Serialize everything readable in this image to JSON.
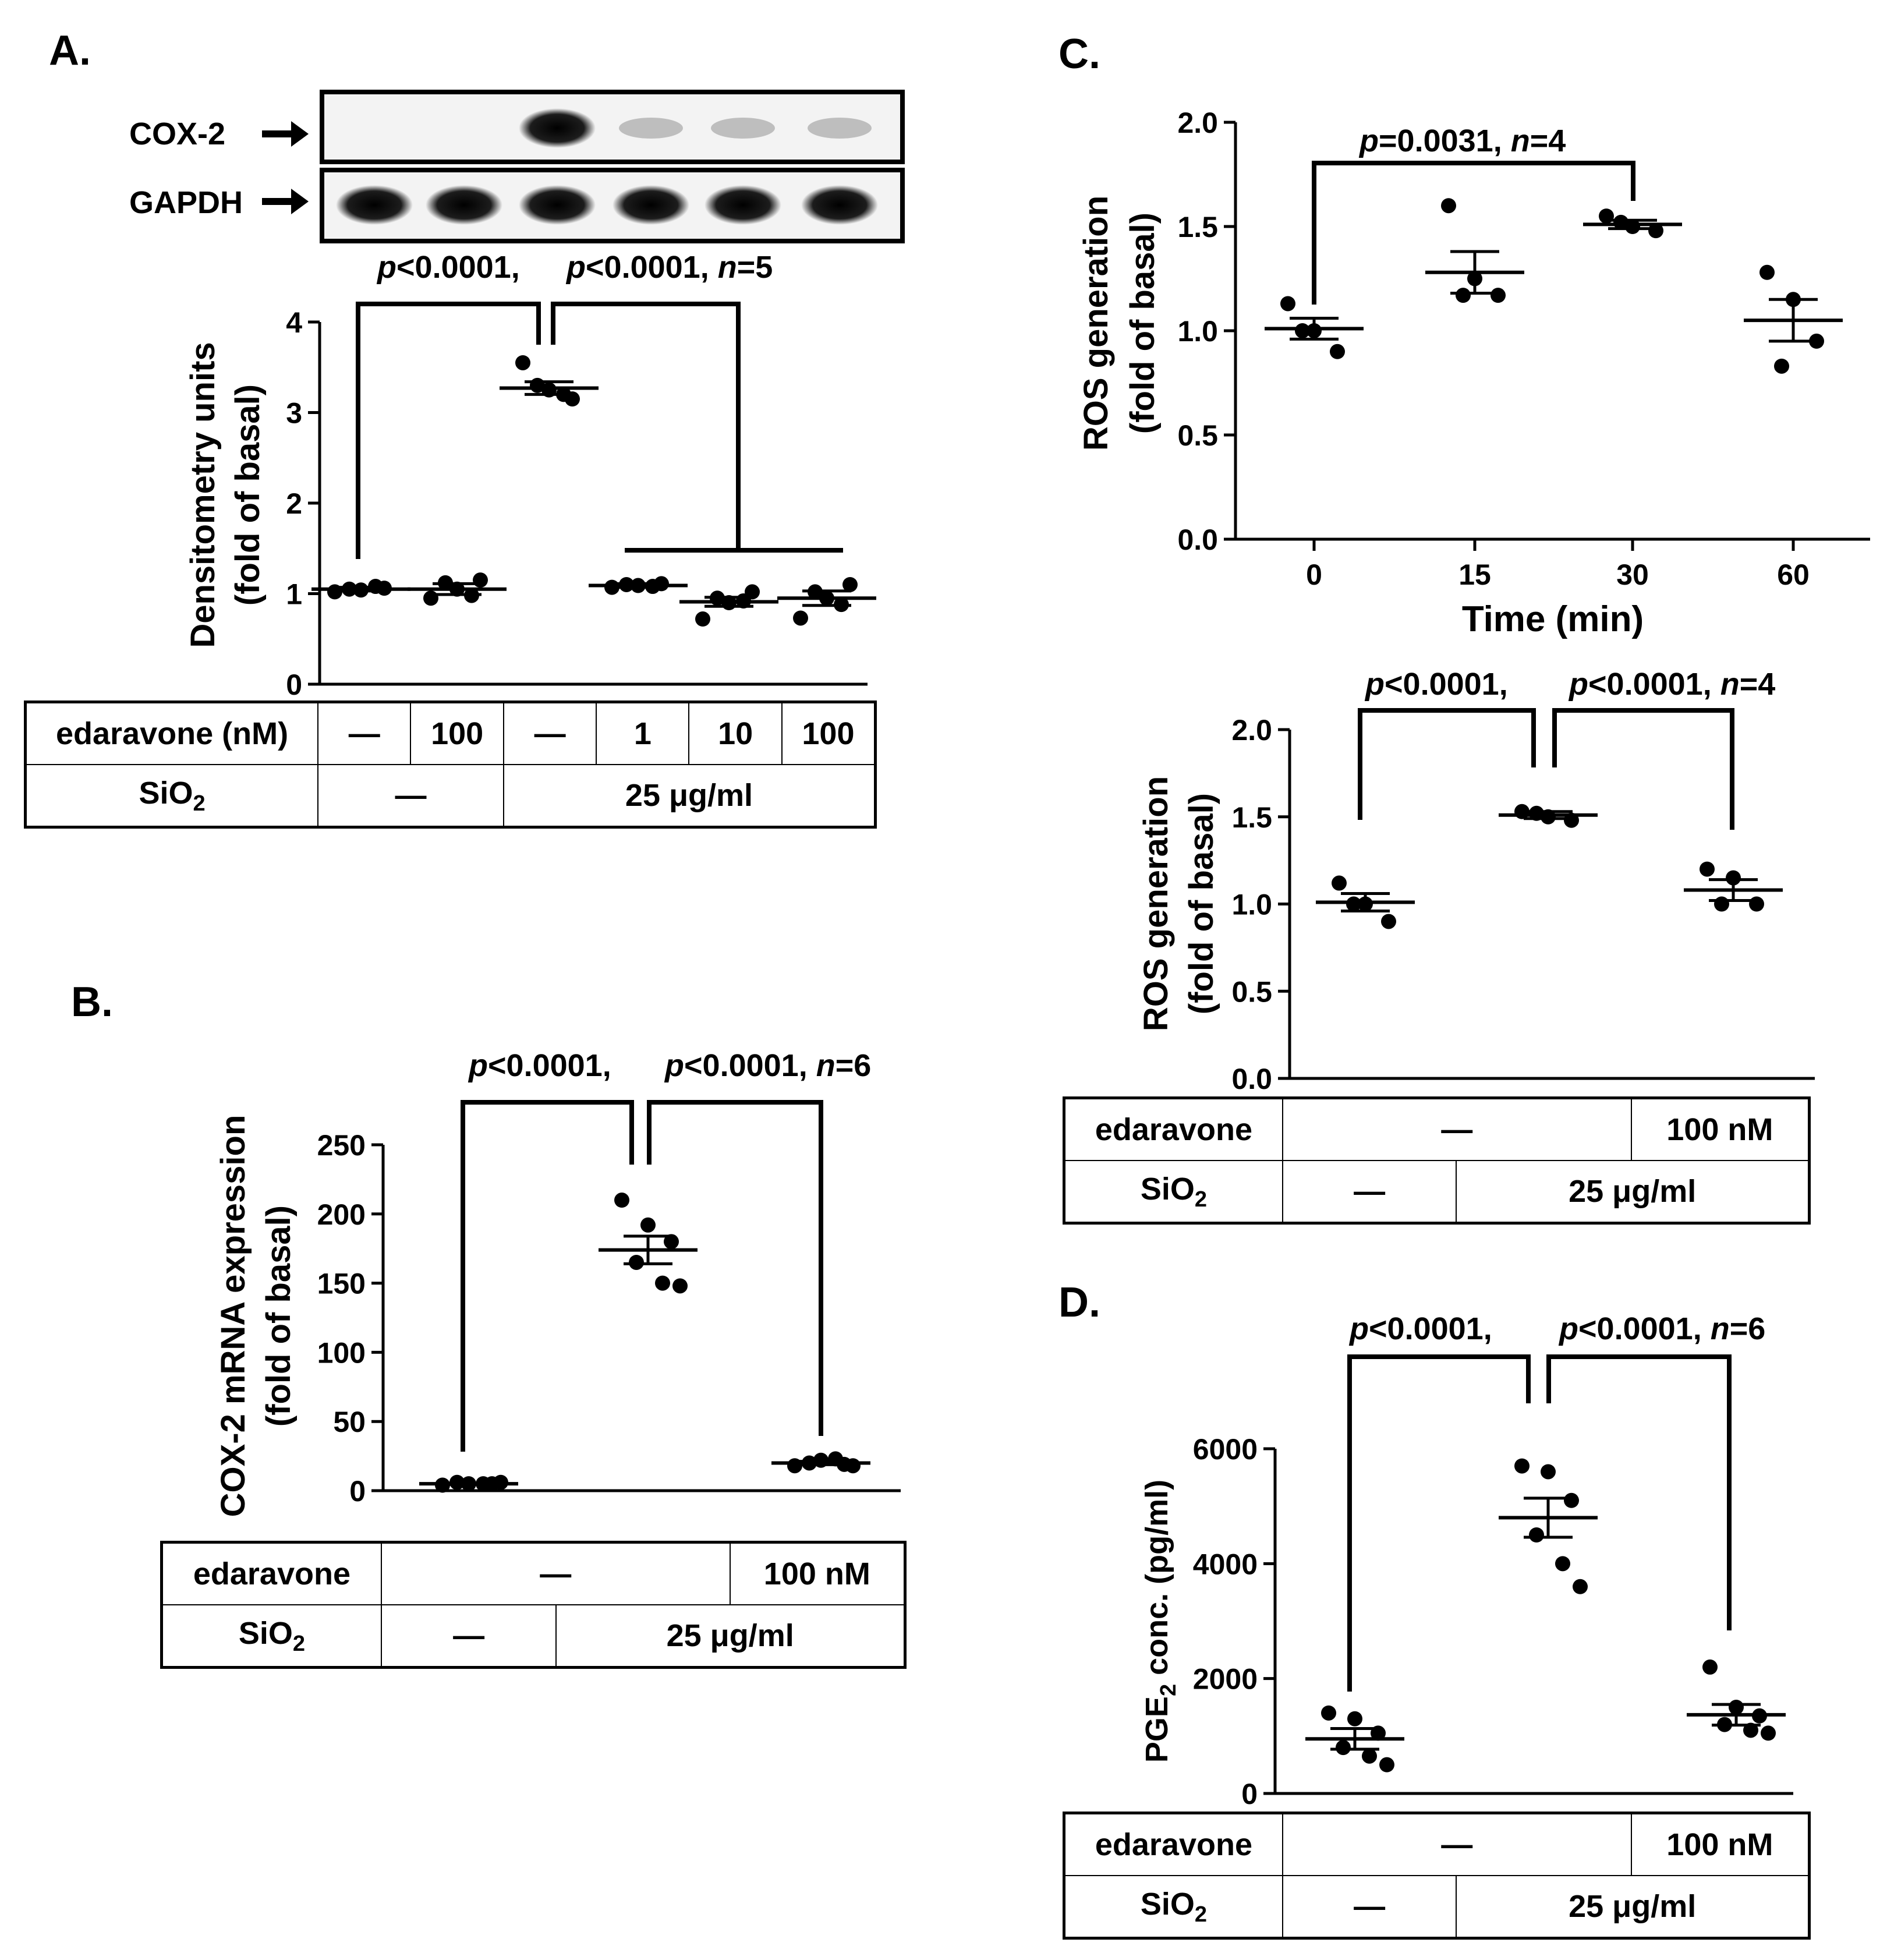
{
  "panels": {
    "a": {
      "label": "A."
    },
    "b": {
      "label": "B."
    },
    "c": {
      "label": "C."
    },
    "d": {
      "label": "D."
    }
  },
  "blot": {
    "cox2_label": "COX-2",
    "gapdh_label": "GAPDH",
    "cox2_band_intensity": [
      0.02,
      0.02,
      1.0,
      0.25,
      0.28,
      0.25
    ],
    "gapdh_band_intensity": [
      1,
      1,
      1,
      1,
      1,
      1
    ]
  },
  "tables": {
    "a": {
      "row1_label": "edaravone (nM)",
      "row1_cells": [
        "—",
        "100",
        "—",
        "1",
        "10",
        "100"
      ],
      "row2_label": "SiO",
      "row2_sub": "2",
      "row2_cells": [
        "—",
        "25 μg/ml"
      ]
    },
    "b": {
      "row1_label": "edaravone",
      "row1_cells": [
        "—",
        "100 nM"
      ],
      "row2_label": "SiO",
      "row2_sub": "2",
      "row2_cells": [
        "—",
        "25 μg/ml"
      ]
    },
    "c": {
      "row1_label": "edaravone",
      "row1_cells": [
        "—",
        "100 nM"
      ],
      "row2_label": "SiO",
      "row2_sub": "2",
      "row2_cells": [
        "—",
        "25 μg/ml"
      ]
    },
    "d": {
      "row1_label": "edaravone",
      "row1_cells": [
        "—",
        "100 nM"
      ],
      "row2_label": "SiO",
      "row2_sub": "2",
      "row2_cells": [
        "—",
        "25 μg/ml"
      ]
    }
  },
  "chart_data": [
    {
      "id": "A",
      "type": "scatter",
      "title": "",
      "xlabel": "",
      "ylabel": "Densitometry units",
      "ylabel2": "(fold of basal)",
      "ylim": [
        0,
        4
      ],
      "yticks": [
        0,
        1,
        2,
        3,
        4
      ],
      "groups": [
        {
          "mean": 1.05,
          "sem": 0.02,
          "points": [
            1.02,
            1.04,
            1.06,
            1.05,
            1.08
          ]
        },
        {
          "mean": 1.05,
          "sem": 0.06,
          "points": [
            0.95,
            1.05,
            1.15,
            1.12,
            0.98
          ]
        },
        {
          "mean": 3.27,
          "sem": 0.07,
          "points": [
            3.55,
            3.25,
            3.15,
            3.3,
            3.2
          ]
        },
        {
          "mean": 1.09,
          "sem": 0.02,
          "points": [
            1.07,
            1.09,
            1.11,
            1.1,
            1.08
          ]
        },
        {
          "mean": 0.91,
          "sem": 0.05,
          "points": [
            0.72,
            0.9,
            1.02,
            0.95,
            0.92
          ]
        },
        {
          "mean": 0.95,
          "sem": 0.08,
          "points": [
            0.73,
            0.95,
            1.1,
            1.02,
            0.88
          ]
        }
      ],
      "annotations": {
        "p1": "p",
        "p1v": "<0.0001,",
        "p2": "p",
        "p2v": "<0.0001, ",
        "n": "n",
        "nv": "=5"
      }
    },
    {
      "id": "B",
      "type": "scatter",
      "title": "",
      "xlabel": "",
      "ylabel": "COX-2 mRNA expression",
      "ylabel2": "(fold of basal)",
      "ylim": [
        0,
        250
      ],
      "yticks": [
        0,
        50,
        100,
        150,
        200,
        250
      ],
      "groups": [
        {
          "mean": 5,
          "sem": 0.5,
          "points": [
            4,
            5,
            5,
            6,
            5,
            6
          ]
        },
        {
          "mean": 174,
          "sem": 10,
          "points": [
            210,
            192,
            180,
            165,
            150,
            148
          ]
        },
        {
          "mean": 20,
          "sem": 1.2,
          "points": [
            18,
            22,
            19,
            20,
            23,
            18
          ]
        }
      ],
      "annotations": {
        "p1": "p",
        "p1v": "<0.0001,",
        "p2": "p",
        "p2v": "<0.0001, ",
        "n": "n",
        "nv": "=6"
      }
    },
    {
      "id": "C-top",
      "type": "scatter",
      "title": "",
      "xlabel": "Time (min)",
      "ylabel": "ROS generation",
      "ylabel2": "(fold of basal)",
      "ylim": [
        0,
        2
      ],
      "yticks": [
        0.0,
        0.5,
        1.0,
        1.5,
        2.0
      ],
      "categories": [
        "0",
        "15",
        "30",
        "60"
      ],
      "groups": [
        {
          "mean": 1.01,
          "sem": 0.05,
          "points": [
            1.13,
            1.0,
            0.9,
            1.0
          ]
        },
        {
          "mean": 1.28,
          "sem": 0.1,
          "points": [
            1.6,
            1.25,
            1.17,
            1.17
          ]
        },
        {
          "mean": 1.51,
          "sem": 0.02,
          "points": [
            1.55,
            1.5,
            1.48,
            1.52
          ]
        },
        {
          "mean": 1.05,
          "sem": 0.1,
          "points": [
            1.28,
            1.15,
            0.95,
            0.83
          ]
        }
      ],
      "annotations": {
        "p1": "p",
        "p1v": "=0.0031, ",
        "n": "n",
        "nv": "=4"
      }
    },
    {
      "id": "C-bottom",
      "type": "scatter",
      "title": "",
      "xlabel": "",
      "ylabel": "ROS generation",
      "ylabel2": "(fold of basal)",
      "ylim": [
        0,
        2
      ],
      "yticks": [
        0.0,
        0.5,
        1.0,
        1.5,
        2.0
      ],
      "groups": [
        {
          "mean": 1.01,
          "sem": 0.05,
          "points": [
            1.12,
            1.0,
            0.9,
            1.0
          ]
        },
        {
          "mean": 1.51,
          "sem": 0.02,
          "points": [
            1.53,
            1.5,
            1.48,
            1.52
          ]
        },
        {
          "mean": 1.08,
          "sem": 0.06,
          "points": [
            1.2,
            1.15,
            1.0,
            1.0
          ]
        }
      ],
      "annotations": {
        "p1": "p",
        "p1v": "<0.0001,",
        "p2": "p",
        "p2v": "<0.0001, ",
        "n": "n",
        "nv": "=4"
      }
    },
    {
      "id": "D",
      "type": "scatter",
      "title": "",
      "xlabel": "",
      "ylabel": "PGE",
      "ylabel_sub": "2",
      "ylabel_rest": " conc. (pg/ml)",
      "ylim": [
        0,
        6000
      ],
      "yticks": [
        0,
        2000,
        4000,
        6000
      ],
      "groups": [
        {
          "mean": 950,
          "sem": 180,
          "points": [
            1400,
            1300,
            1050,
            800,
            650,
            500
          ]
        },
        {
          "mean": 4800,
          "sem": 340,
          "points": [
            5700,
            5600,
            5100,
            4500,
            4000,
            3600
          ]
        },
        {
          "mean": 1370,
          "sem": 180,
          "points": [
            2200,
            1500,
            1350,
            1200,
            1100,
            1050
          ]
        }
      ],
      "annotations": {
        "p1": "p",
        "p1v": "<0.0001,",
        "p2": "p",
        "p2v": "<0.0001, ",
        "n": "n",
        "nv": "=6"
      }
    }
  ]
}
